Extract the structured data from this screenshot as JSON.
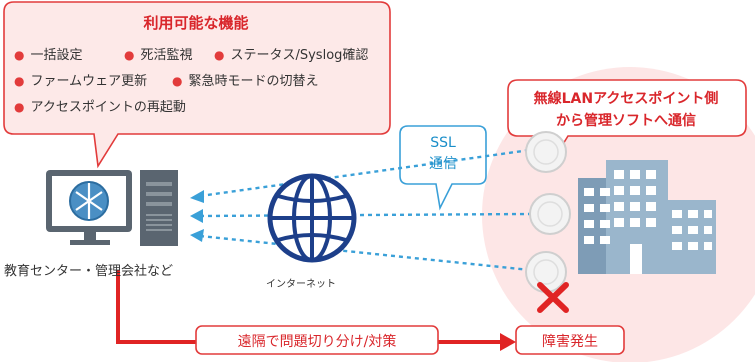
{
  "features": {
    "title": "利用可能な機能",
    "rows": [
      [
        "一括設定",
        "死活監視",
        "ステータス/Syslog確認"
      ],
      [
        "ファームウェア更新",
        "緊急時モードの切替え"
      ],
      [
        "アクセスポイントの再起動"
      ]
    ]
  },
  "right_callout": {
    "lines": [
      "無線LANアクセスポイント側",
      "から管理ソフトへ通信"
    ]
  },
  "ssl_bubble": {
    "lines": [
      "SSL",
      "通信"
    ]
  },
  "labels": {
    "education_center": "教育センター・管理会社など",
    "internet": "インターネット",
    "remote_action": "遠隔で問題切り分け/対策",
    "fault": "障害発生"
  },
  "colors": {
    "accent_red": "#e23b3b",
    "callout_fill": "#fde9e8",
    "link_blue": "#3aa0d8",
    "ap_zone": "#fde6e6"
  },
  "icons": {
    "pc": "computer-icon",
    "globe": "globe-icon",
    "buildings": "building-icon",
    "access_point": "access-point-icon",
    "failure": "red-x-icon"
  }
}
